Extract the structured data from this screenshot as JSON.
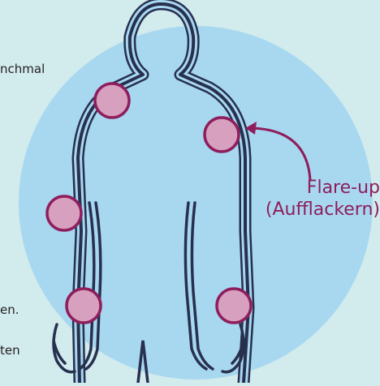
{
  "colors": {
    "background": "#d2ebed",
    "halo": "#a8d8f0",
    "outline": "#27304f",
    "joint_fill": "#d7a0bf",
    "joint_stroke": "#8e1e5c",
    "callout_text": "#8e1e5c",
    "text": "#231f20"
  },
  "left_text_fragments": [
    "nchmal",
    "en.",
    "ten"
  ],
  "callout": {
    "line1": "Flare-up",
    "line2": "(Aufflackern)"
  },
  "joints": [
    {
      "name": "right-shoulder"
    },
    {
      "name": "left-shoulder"
    },
    {
      "name": "right-elbow"
    },
    {
      "name": "right-wrist"
    },
    {
      "name": "left-wrist"
    }
  ],
  "icons": {
    "arrow": "curved-arrow-icon",
    "figure": "human-body-outline-icon"
  }
}
